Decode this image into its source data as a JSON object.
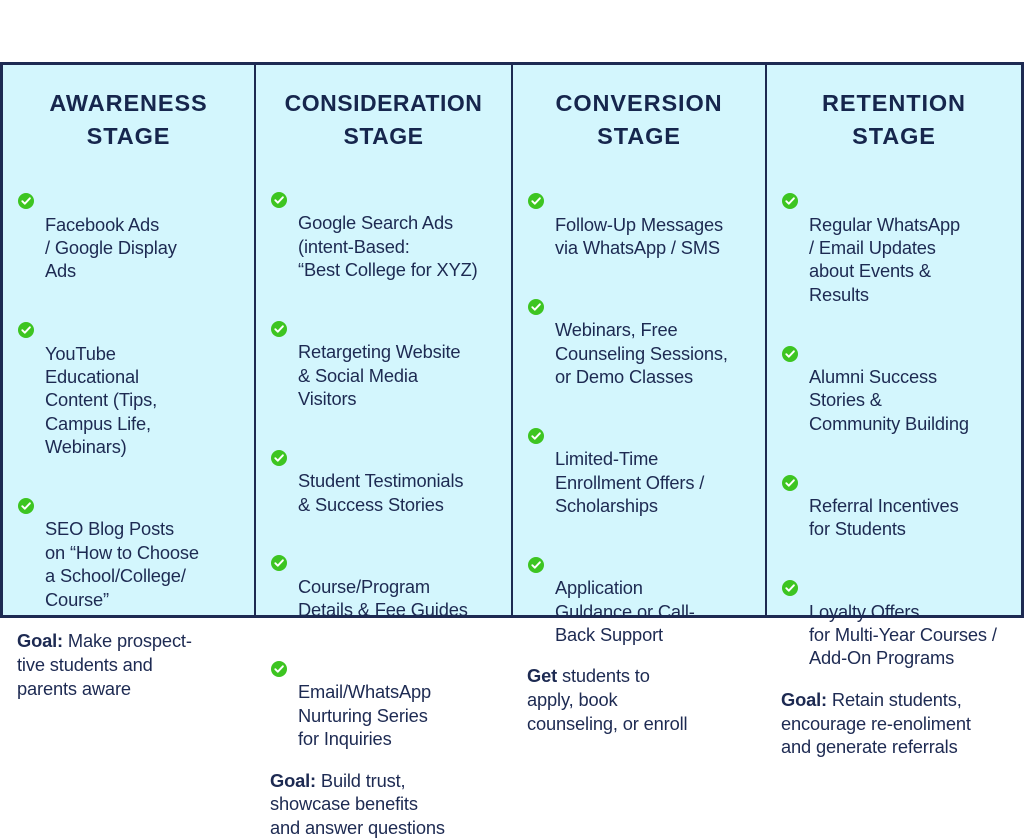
{
  "colors": {
    "panel_background": "#d3f6fd",
    "border": "#1d2a52",
    "text": "#1d2a52",
    "heading": "#16264d",
    "check_green": "#3dc521",
    "page_background": "#ffffff"
  },
  "icons": {
    "check": "check-circle-icon"
  },
  "columns": [
    {
      "id": "awareness",
      "title": "AWARENESS\nSTAGE",
      "items": [
        "Facebook Ads\n/ Google Display\nAds",
        "YouTube\nEducational\nContent (Tips,\nCampus Life,\nWebinars)",
        "SEO Blog Posts\non “How to Choose\na School/College/\nCourse”"
      ],
      "goal_lead": "Goal:",
      "goal_text": " Make prospect-\ntive students and\nparents aware"
    },
    {
      "id": "consideration",
      "title": "CONSIDERATION\nSTAGE",
      "items": [
        "Google Search Ads\n(intent-Based:\n“Best College for XYZ)",
        "Retargeting Website\n& Social Media\nVisitors",
        "Student Testimonials\n& Success Stories",
        "Course/Program\nDetails & Fee Guides",
        "Email/WhatsApp\nNurturing Series\nfor Inquiries"
      ],
      "goal_lead": "Goal:",
      "goal_text": " Build trust,\nshowcase benefits\nand answer questions"
    },
    {
      "id": "conversion",
      "title": "CONVERSION\nSTAGE",
      "items": [
        "Follow-Up Messages\nvia WhatsApp / SMS",
        "Webinars, Free\nCounseling Sessions,\nor Demo Classes",
        "Limited-Time\nEnrollment Offers /\nScholarships",
        "Application\nGuldance or Call-\nBack Support"
      ],
      "goal_lead": "Get",
      "goal_text": " students to\napply, book\ncounseling, or enroll"
    },
    {
      "id": "retention",
      "title": "RETENTION\nSTAGE",
      "items": [
        "Regular WhatsApp\n/ Email Updates\nabout Events &\nResults",
        "Alumni Success\nStories &\nCommunity Building",
        "Referral Incentives\nfor Students",
        "Loyalty Offers\nfor Multi-Year Courses /\nAdd-On Programs"
      ],
      "goal_lead": "Goal:",
      "goal_text": " Retain students,\nencourage re-enoliment\nand generate referrals"
    }
  ]
}
